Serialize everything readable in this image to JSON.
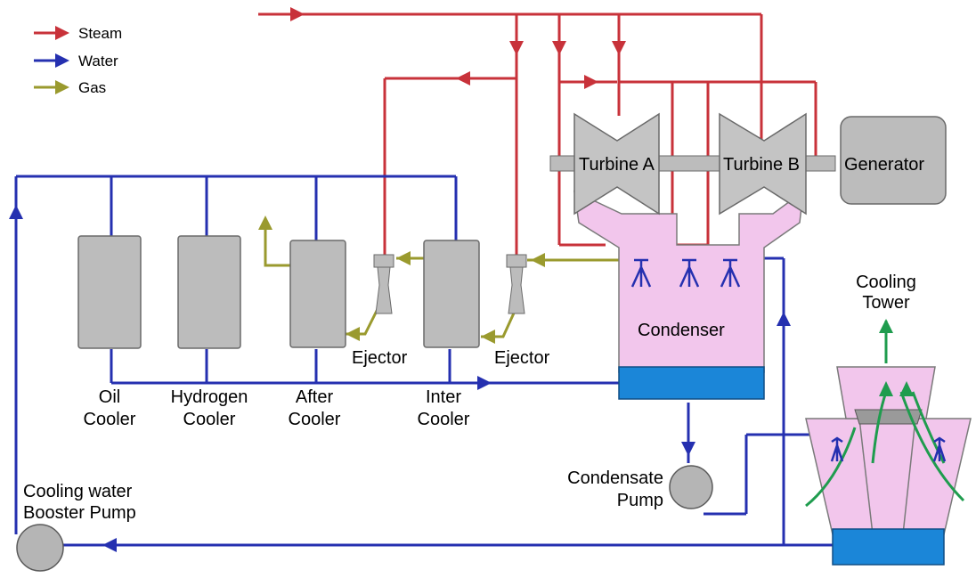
{
  "legend": {
    "steam": "Steam",
    "water": "Water",
    "gas": "Gas"
  },
  "labels": {
    "turbine_a": "Turbine A",
    "turbine_b": "Turbine B",
    "generator": "Generator",
    "condenser": "Condenser",
    "ejector_left": "Ejector",
    "ejector_right": "Ejector",
    "oil_cooler": [
      "Oil",
      "Cooler"
    ],
    "hydrogen_cooler": [
      "Hydrogen",
      "Cooler"
    ],
    "after_cooler": [
      "After",
      "Cooler"
    ],
    "inter_cooler": [
      "Inter",
      "Cooler"
    ],
    "cooling_tower": [
      "Cooling",
      "Tower"
    ],
    "condensate_pump": [
      "Condensate",
      "Pump"
    ],
    "booster_pump": [
      "Cooling water",
      "Booster Pump"
    ]
  },
  "colors": {
    "steam": "#c8323a",
    "water": "#2530b0",
    "gas": "#9a9a2e",
    "equipment": "#bcbcbc",
    "condenser_fill": "#f2c6ec",
    "basin": "#1b86d8",
    "tower_flow": "#1f9c4e"
  }
}
